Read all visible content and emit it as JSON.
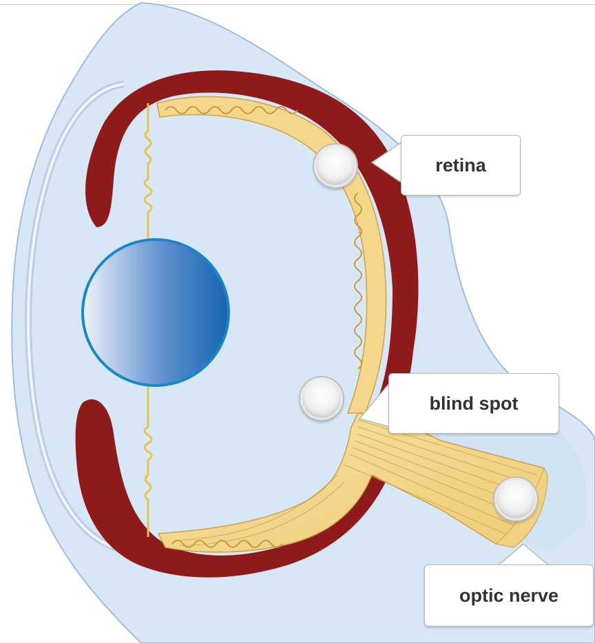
{
  "labels": {
    "retina": "retina",
    "blind_spot": "blind spot",
    "optic_nerve": "optic nerve"
  },
  "colors": {
    "sclera_fill": "#d9e8f6",
    "sclera_stroke": "#9bb8dc",
    "choroid": "#8e1a1a",
    "retina_fill": "#f4d78a",
    "retina_lines": "#c59a3c",
    "lens_dark": "#1f6fba",
    "lens_light": "#e8eef8",
    "callout_text": "#333333"
  },
  "hotspots": [
    "retina-hotspot",
    "blind-spot-hotspot",
    "optic-nerve-hotspot"
  ]
}
